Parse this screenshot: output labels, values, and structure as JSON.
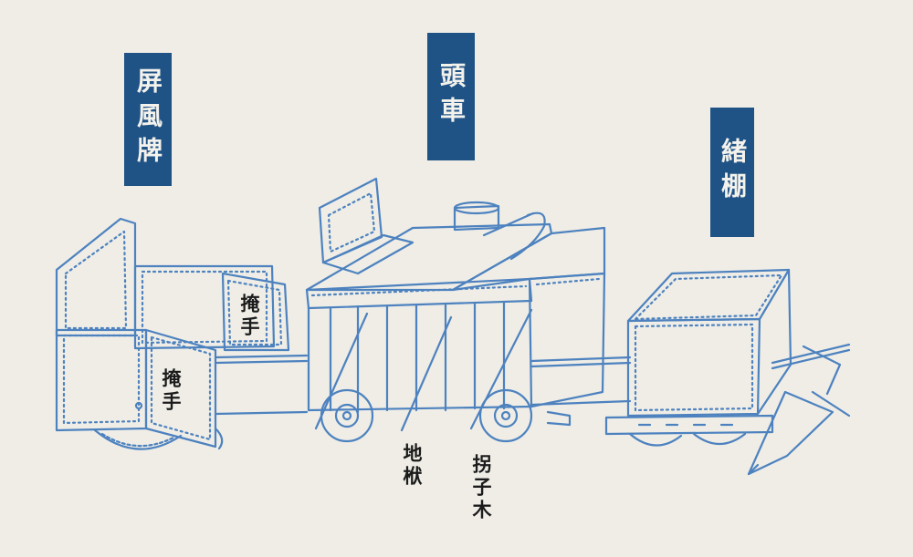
{
  "title_tags": {
    "screen_shield": "屏風牌",
    "lead_cart": "頭車",
    "tent_cart": "緒棚"
  },
  "part_labels": {
    "cover_hand_upper": "掩手",
    "cover_hand_lower": "掩手",
    "ground_prop": "地栿",
    "crutch_wood": "拐子木"
  },
  "colors": {
    "ink": "#4d82bf",
    "tag_bg": "#1f5386",
    "paper": "#efede6",
    "label_text": "#1b1b1b"
  }
}
